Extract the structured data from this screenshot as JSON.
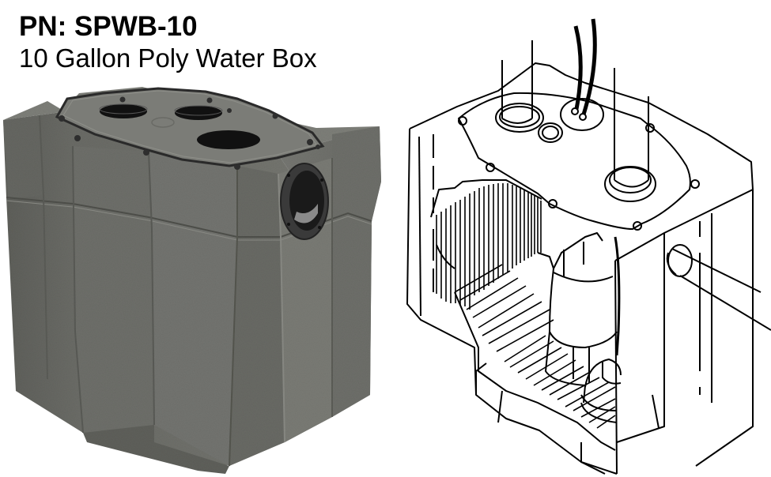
{
  "header": {
    "part_number": "PN: SPWB-10",
    "description": "10 Gallon Poly Water Box"
  },
  "images": {
    "product_photo": {
      "subject": "gray textured polyethylene water box with lid plate, three top openings and side inlet fitting",
      "body_color": "#6f706b",
      "highlight_color": "#8a8b85",
      "shadow_color": "#54554f",
      "lid_color": "#7b7c77",
      "opening_color": "#111111"
    },
    "cutaway_drawing": {
      "subject": "line-art cutaway of water box showing pump inside, two vertical pipes, power cord and side inlet pipe",
      "line_color": "#000000",
      "fill_color": "#ffffff"
    }
  },
  "colors": {
    "background": "#ffffff",
    "text": "#000000"
  }
}
